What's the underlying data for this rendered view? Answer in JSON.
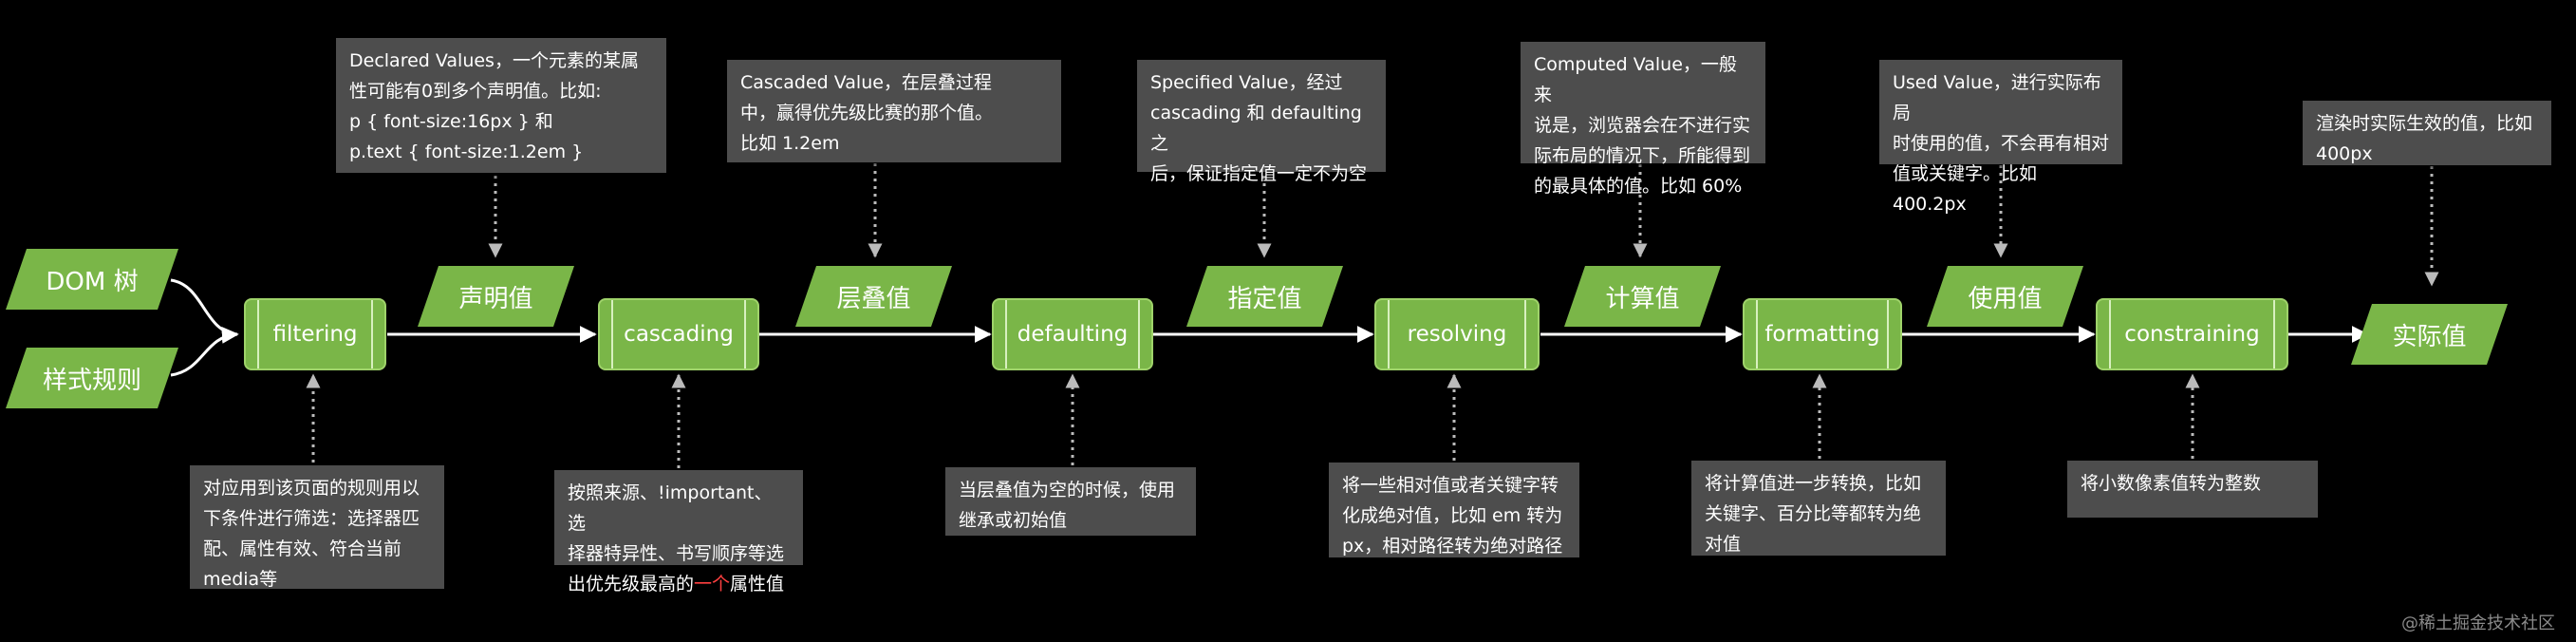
{
  "inputs": {
    "dom_tree": "DOM 树",
    "style_rules": "样式规则"
  },
  "stages": {
    "filtering": "filtering",
    "cascading": "cascading",
    "defaulting": "defaulting",
    "resolving": "resolving",
    "formatting": "formatting",
    "constraining": "constraining"
  },
  "values": {
    "declared": "声明值",
    "cascaded": "层叠值",
    "specified": "指定值",
    "computed": "计算值",
    "used": "使用值",
    "actual": "实际值"
  },
  "top_notes": {
    "declared": "Declared Values，一个元素的某属\n性可能有0到多个声明值。比如:\np { font-size:16px } 和\np.text { font-size:1.2em }",
    "cascaded": "Cascaded Value，在层叠过程\n中，赢得优先级比赛的那个值。\n比如 1.2em",
    "specified": "Specified Value，经过\ncascading 和 defaulting 之\n后，保证指定值一定不为空",
    "computed": "Computed Value，一般来\n说是，浏览器会在不进行实\n际布局的情况下，所能得到\n的最具体的值。比如 60%",
    "used": "Used Value，进行实际布局\n时使用的值，不会再有相对\n值或关键字。比如 400.2px",
    "actual": "渲染时实际生效的值，比如\n400px"
  },
  "bottom_notes": {
    "filtering": "对应用到该页面的规则用以\n下条件进行筛选：选择器匹\n配、属性有效、符合当前\nmedia等",
    "cascading_before": "按照来源、!important、选\n择器特异性、书写顺序等选\n出优先级最高的",
    "cascading_highlight": "一个",
    "cascading_after": "属性值",
    "defaulting": "当层叠值为空的时候，使用\n继承或初始值",
    "resolving": "将一些相对值或者关键字转\n化成绝对值，比如 em 转为\npx，相对路径转为绝对路径",
    "formatting": "将计算值进一步转换，比如\n关键字、百分比等都转为绝\n对值",
    "constraining": "将小数像素值转为整数"
  },
  "watermark": "@稀土掘金技术社区",
  "colors": {
    "green": "#7ab648",
    "note_bg": "#4d4d4d",
    "line": "#ffffff",
    "dotted": "#bbbbbb"
  }
}
